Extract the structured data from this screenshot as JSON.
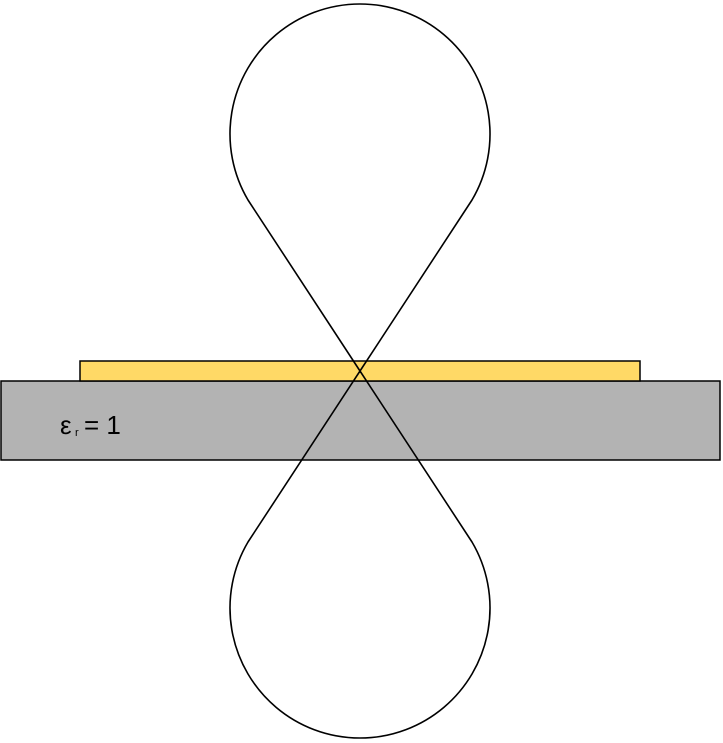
{
  "diagram": {
    "substrate_label": {
      "symbol": "ε",
      "subscript": "r",
      "value_text": "= 1"
    },
    "colors": {
      "background": "#ffffff",
      "substrate_fill": "#b3b3b3",
      "conductor_fill": "#ffd966",
      "stroke": "#000000"
    }
  }
}
